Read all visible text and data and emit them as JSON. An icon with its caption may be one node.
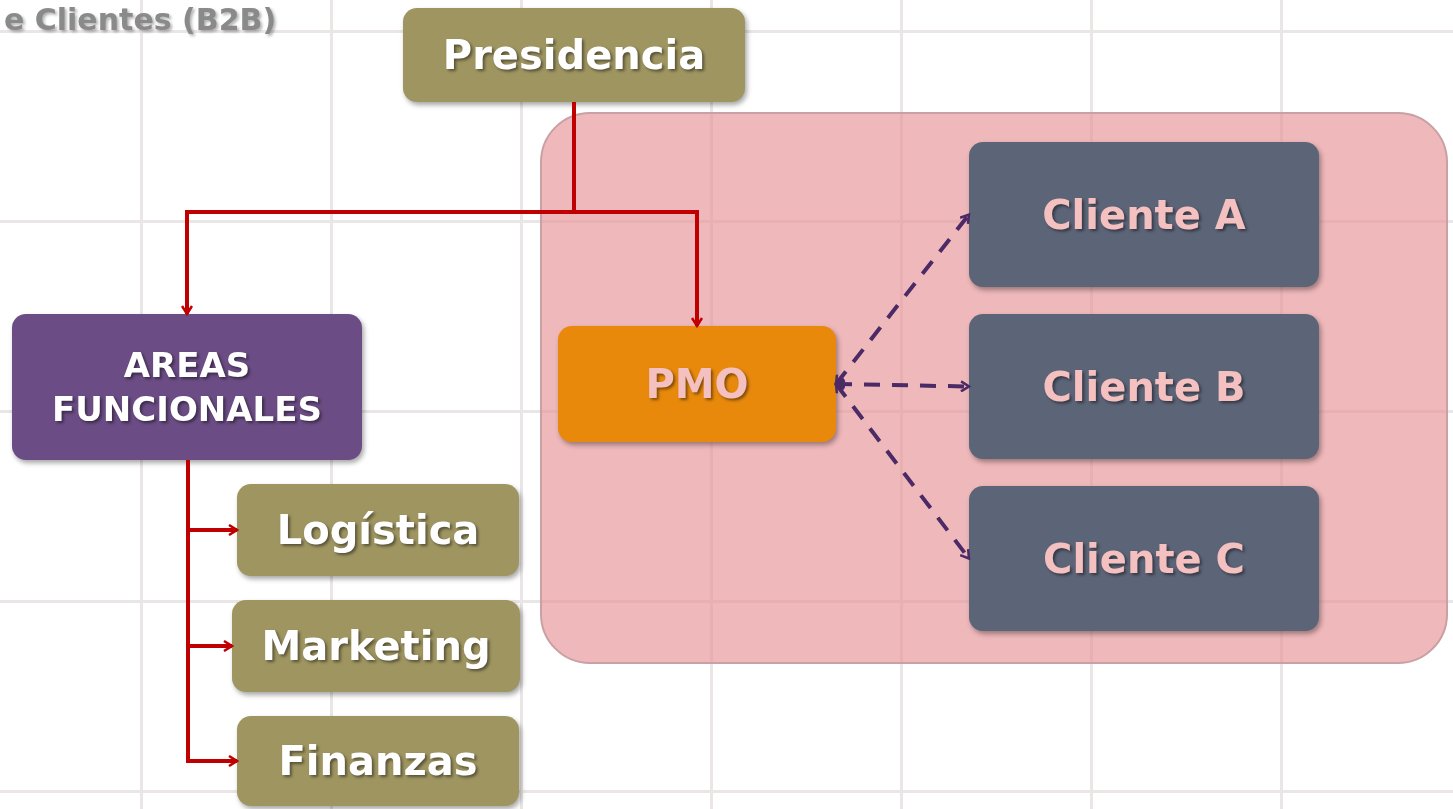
{
  "diagram": {
    "title": "e Clientes (B2B)",
    "nodes": [
      {
        "text": [
          "Presidencia"
        ]
      },
      {
        "text": [],
        "shape": "box"
      },
      {
        "text": [
          "PMO"
        ],
        "in": 1
      },
      {
        "text": [
          "Cliente A"
        ],
        "in": 1
      },
      {
        "text": [
          "Cliente B"
        ],
        "in": 1
      },
      {
        "text": [
          "Cliente C"
        ],
        "in": 1
      },
      {
        "text": [
          "AREAS FUNCIONALES"
        ]
      },
      {
        "text": [
          "Logística"
        ]
      },
      {
        "text": [
          "Marketing"
        ]
      },
      {
        "text": [
          "Finanzas"
        ]
      }
    ],
    "edges": [
      {
        "from": 0,
        "to": 6,
        "arrow": "to"
      },
      {
        "from": 0,
        "to": 2,
        "arrow": "to"
      },
      {
        "from": 2,
        "to": 3,
        "arrow": "both",
        "style": "dashed",
        "color": "#4b2a66"
      },
      {
        "from": 2,
        "to": 4,
        "arrow": "both",
        "style": "dashed",
        "color": "#4b2a66"
      },
      {
        "from": 2,
        "to": 5,
        "arrow": "both",
        "style": "dashed",
        "color": "#4b2a66"
      },
      {
        "from": 6,
        "to": 7,
        "arrow": "to"
      },
      {
        "from": 6,
        "to": 8,
        "arrow": "to"
      },
      {
        "from": 6,
        "to": 9,
        "arrow": "to"
      }
    ]
  }
}
